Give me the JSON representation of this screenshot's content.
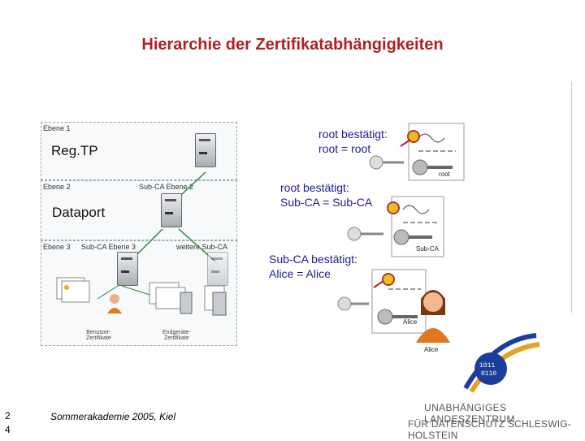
{
  "title": "Hierarchie der Zertifikatabhängigkeiten",
  "diagram": {
    "level1_label": "Ebene 1",
    "level2_label": "Ebene 2",
    "level3_label": "Ebene 3",
    "regtp_label": "Reg.TP",
    "dataport_label": "Dataport",
    "subca_level2": "Sub-CA Ebene 2",
    "subca_level3": "Sub-CA Ebene 3",
    "further_subca": "weitere Sub-CA",
    "user_certs": "Benutzer-\nZertifikate",
    "device_certs": "Endgeräte-\nZertifikate"
  },
  "annotations": {
    "root_line1": "root bestätigt:",
    "root_line2": "root = root",
    "subca_line1": "root bestätigt:",
    "subca_line2": "Sub-CA = Sub-CA",
    "alice_line1": "Sub-CA bestätigt:",
    "alice_line2": "Alice = Alice"
  },
  "certs": {
    "cert1_sub": "root",
    "cert2_sub": "Sub-CA",
    "cert3_sub": "Alice"
  },
  "alice_label": "Alice",
  "footer": {
    "slide_number_1": "2",
    "slide_number_2": "4",
    "event": "Sommerakademie 2005, Kiel",
    "org_line1": "UNABHÄNGIGES LANDESZENTRUM",
    "org_line2": "FÜR DATENSCHUTZ SCHLESWIG-HOLSTEIN"
  },
  "colors": {
    "title": "#b02020",
    "annotation": "#1d1d8c",
    "logo_blue": "#1a3e9a",
    "logo_orange": "#e8a020"
  }
}
